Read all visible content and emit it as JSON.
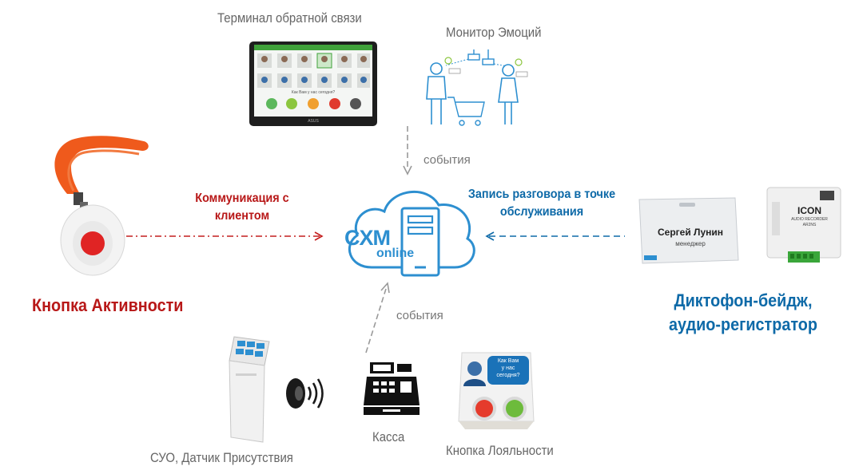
{
  "nodes": {
    "terminal": {
      "label": "Терминал обратной связи",
      "screen_question": "Как Вам у нас сегодня?",
      "brand": "ASUS"
    },
    "monitor": {
      "label": "Монитор Эмоций"
    },
    "activity_button": {
      "label": "Кнопка Активности"
    },
    "cxm": {
      "line1": "CXM",
      "line2": "online"
    },
    "recorder": {
      "label_line1": "Диктофон-бейдж,",
      "label_line2": "аудио-регистратор",
      "badge_name": "Сергей Лунин",
      "badge_role": "менеджер",
      "device_title": "ICON",
      "device_sub1": "AUDIO RECORDER",
      "device_sub2": "AR2NS"
    },
    "suo": {
      "label": "СУО, Датчик Присутствия"
    },
    "kassa": {
      "label": "Касса"
    },
    "loyalty": {
      "label": "Кнопка Лояльности",
      "bubble_line1": "Как Вам",
      "bubble_line2": "у нас",
      "bubble_line3": "сегодня?"
    }
  },
  "edges": {
    "events_top": "события",
    "events_bottom": "события",
    "communication_line1": "Коммуникация с",
    "communication_line2": "клиентом",
    "recording_line1": "Запись разговора в точке",
    "recording_line2": "обслуживания"
  },
  "colors": {
    "red": "#b81818",
    "blue": "#0e6aa8",
    "gray": "#666666",
    "cloud": "#2d8fd0"
  },
  "icons": [
    "tablet-icon",
    "shopper-icon",
    "camera-icon",
    "lanyard-button-icon",
    "cloud-server-icon",
    "badge-icon",
    "audio-recorder-icon",
    "kiosk-icon",
    "nfc-sensor-icon",
    "cash-register-icon",
    "loyalty-button-icon"
  ]
}
